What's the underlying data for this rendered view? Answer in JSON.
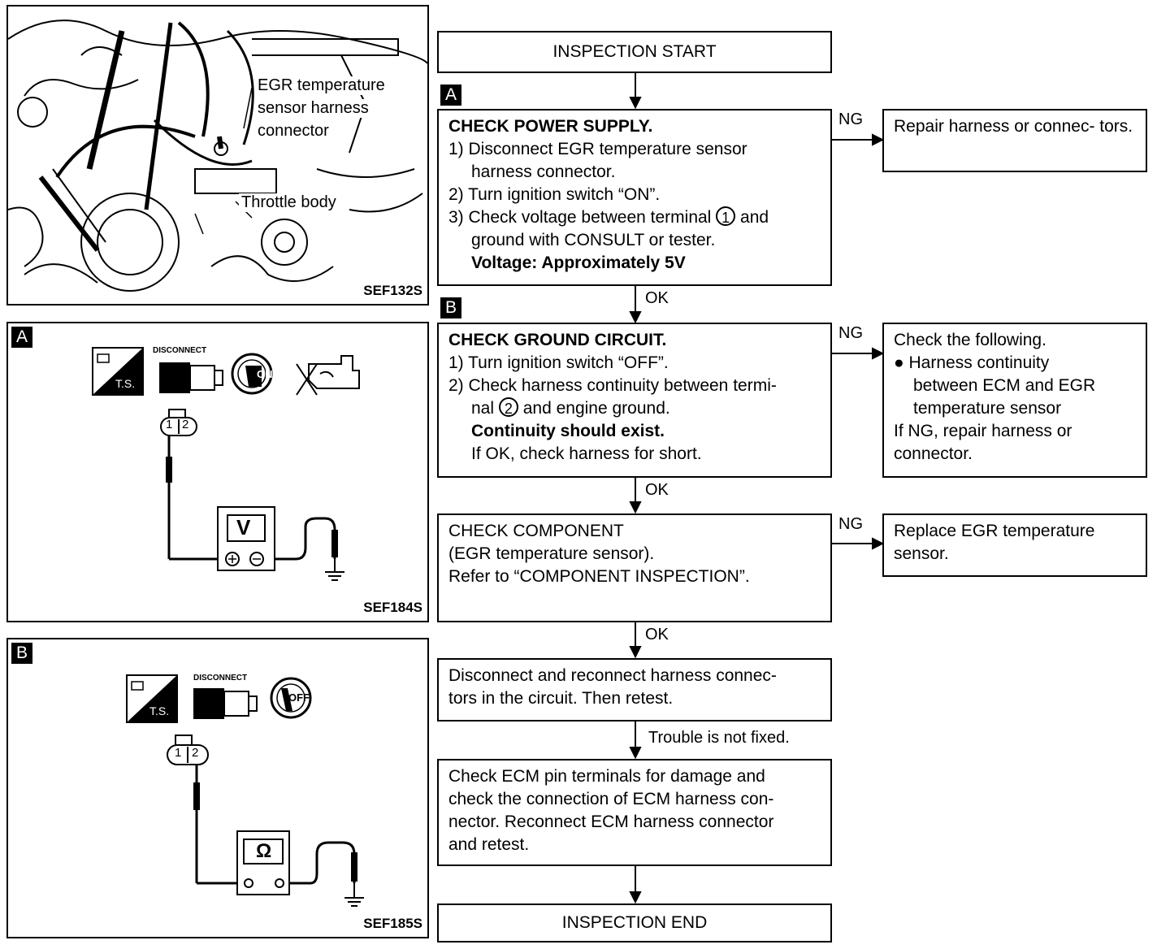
{
  "photo_panel": {
    "label_egr_1": "EGR temperature",
    "label_egr_2": "sensor harness",
    "label_egr_3": "connector",
    "label_throttle": "Throttle body",
    "code": "SEF132S"
  },
  "panel_a": {
    "tag": "A",
    "ts_label": "T.S.",
    "disconnect_label": "DISCONNECT",
    "ignition_label": "ON",
    "connector_pins": [
      "1",
      "2"
    ],
    "meter_symbol": "V",
    "code": "SEF184S"
  },
  "panel_b": {
    "tag": "B",
    "ts_label": "T.S.",
    "disconnect_label": "DISCONNECT",
    "ignition_label": "OFF",
    "connector_pins": [
      "1",
      "2"
    ],
    "meter_symbol": "Ω",
    "code": "SEF185S"
  },
  "flow": {
    "start": "INSPECTION START",
    "step_a": {
      "tag": "A",
      "title": "CHECK POWER SUPPLY.",
      "line1": "1) Disconnect EGR temperature sensor",
      "line1b": "harness connector.",
      "line2": "2) Turn ignition switch “ON”.",
      "line3a": "3) Check voltage between terminal",
      "terminal": "1",
      "line3b": "and",
      "line3c": "ground with CONSULT or tester.",
      "spec": "Voltage: Approximately 5V",
      "ng": "NG",
      "ng_action": "Repair harness or connec- tors.",
      "ok": "OK"
    },
    "step_b": {
      "tag": "B",
      "title": "CHECK GROUND CIRCUIT.",
      "line1": "1) Turn ignition switch “OFF”.",
      "line2a": "2) Check harness continuity between termi-",
      "line2b_pre": "nal",
      "terminal": "2",
      "line2b_post": "and engine ground.",
      "spec": "Continuity should exist.",
      "line3": "If OK, check harness for short.",
      "ng": "NG",
      "ng_title": "Check the following.",
      "ng_bullet": "● Harness continuity",
      "ng_bullet2": "between ECM and EGR",
      "ng_bullet3": "temperature sensor",
      "ng_line4": "If NG, repair harness or",
      "ng_line5": "connector.",
      "ok": "OK"
    },
    "step_c": {
      "line1": "CHECK COMPONENT",
      "line2": "(EGR temperature sensor).",
      "line3": "Refer to “COMPONENT INSPECTION”.",
      "ng": "NG",
      "ng_action": "Replace EGR temperature sensor.",
      "ok": "OK"
    },
    "step_d": {
      "line1": "Disconnect and reconnect harness connec-",
      "line2": "tors in the circuit. Then retest.",
      "next": "Trouble is not fixed."
    },
    "step_e": {
      "line1": "Check ECM pin terminals for damage and",
      "line2": "check the connection of ECM harness con-",
      "line3": "nector. Reconnect ECM harness connector",
      "line4": "and retest."
    },
    "end": "INSPECTION END"
  }
}
